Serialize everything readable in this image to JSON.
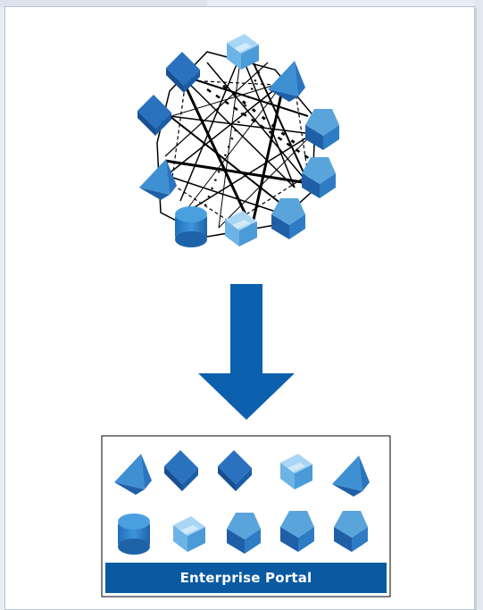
{
  "diagram": {
    "portal_label": "Enterprise Portal",
    "colors": {
      "dark_blue": "#1f5fa8",
      "mid_blue": "#3f8fd3",
      "light_blue": "#7dbde8",
      "portal_bar": "#0a5aa2",
      "arrow": "#0d60ad"
    },
    "icons": {
      "top_cluster": [
        "cube",
        "box",
        "pyramid",
        "pentagon",
        "pentagon",
        "box",
        "box",
        "cylinder",
        "pyramid",
        "cube",
        "cube"
      ],
      "portal_row_1": [
        "pyramid",
        "cube",
        "cube",
        "box",
        "pyramid"
      ],
      "portal_row_2": [
        "cylinder",
        "box",
        "pentagon",
        "pentagon",
        "pentagon"
      ]
    }
  }
}
